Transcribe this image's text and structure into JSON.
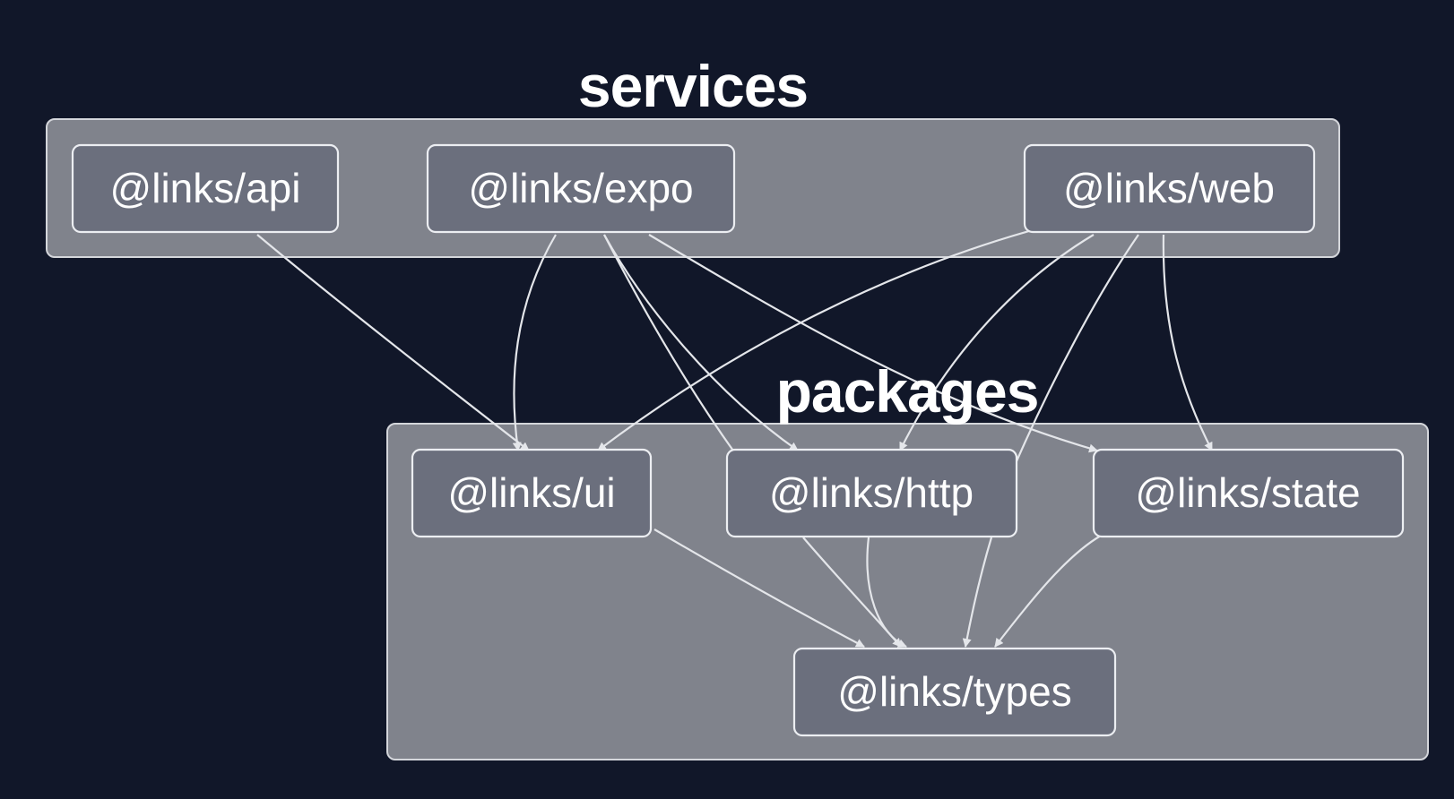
{
  "diagram": {
    "clusters": [
      {
        "id": "services",
        "title": "services"
      },
      {
        "id": "packages",
        "title": "packages"
      }
    ],
    "nodes": [
      {
        "id": "api",
        "label": "@links/api",
        "cluster": "services"
      },
      {
        "id": "expo",
        "label": "@links/expo",
        "cluster": "services"
      },
      {
        "id": "web",
        "label": "@links/web",
        "cluster": "services"
      },
      {
        "id": "ui",
        "label": "@links/ui",
        "cluster": "packages"
      },
      {
        "id": "http",
        "label": "@links/http",
        "cluster": "packages"
      },
      {
        "id": "state",
        "label": "@links/state",
        "cluster": "packages"
      },
      {
        "id": "types",
        "label": "@links/types",
        "cluster": "packages"
      }
    ],
    "edges": [
      {
        "from": "api",
        "to": "ui"
      },
      {
        "from": "expo",
        "to": "ui"
      },
      {
        "from": "expo",
        "to": "http"
      },
      {
        "from": "expo",
        "to": "state"
      },
      {
        "from": "expo",
        "to": "types"
      },
      {
        "from": "web",
        "to": "ui"
      },
      {
        "from": "web",
        "to": "http"
      },
      {
        "from": "web",
        "to": "state"
      },
      {
        "from": "web",
        "to": "types"
      },
      {
        "from": "ui",
        "to": "types"
      },
      {
        "from": "http",
        "to": "types"
      },
      {
        "from": "state",
        "to": "types"
      }
    ],
    "colors": {
      "background": "#111729",
      "cluster_fill": "#80838c",
      "node_fill": "#6b6f7d",
      "edge": "#e4e6ea",
      "text": "#ffffff"
    }
  }
}
